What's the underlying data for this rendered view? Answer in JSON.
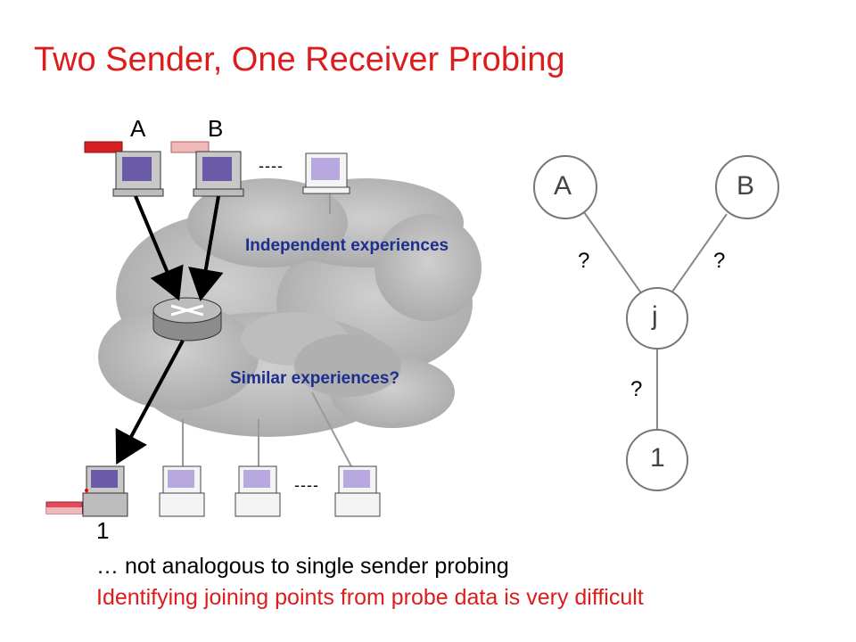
{
  "slide": {
    "title": "Two Sender, One Receiver Probing",
    "title_color": "#dd1c1c",
    "accent_blue": "#1c2f8f"
  },
  "network": {
    "sender_a_label": "A",
    "sender_b_label": "B",
    "receiver_label": "1",
    "ellipsis_top": "----",
    "ellipsis_bottom": "----",
    "independent_label": "Independent experiences",
    "similar_label": "Similar experiences?",
    "probe_colors": {
      "sender_a": "#d42020",
      "sender_b": "#f0b8b8",
      "receiver": "#e34a5a"
    }
  },
  "tree": {
    "node_a": "A",
    "node_b": "B",
    "node_j": "j",
    "node_1": "1",
    "q_a": "?",
    "q_b": "?",
    "q_1": "?"
  },
  "notes": {
    "line1": "… not analogous to single sender probing",
    "line2": "Identifying joining points from probe data is very difficult"
  }
}
